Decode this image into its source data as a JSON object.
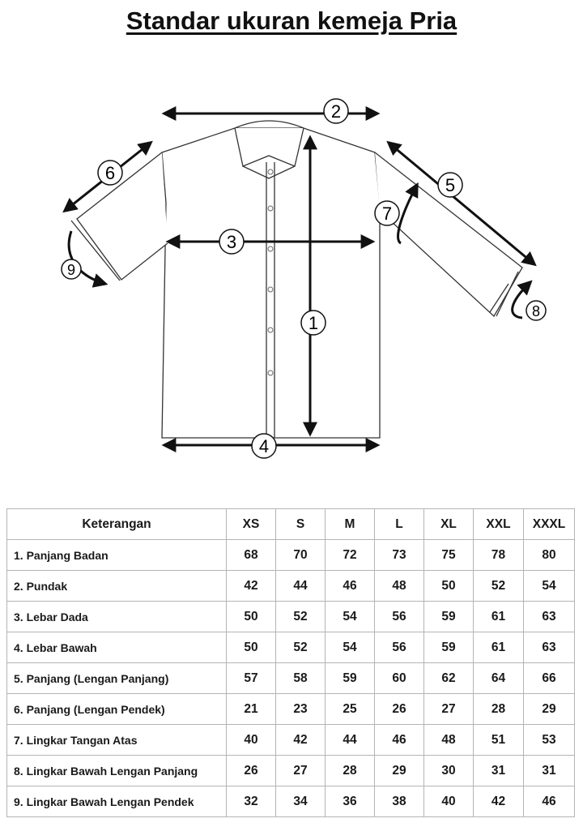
{
  "title": "Standar ukuran kemeja Pria",
  "diagram": {
    "markers": [
      "1",
      "2",
      "3",
      "4",
      "5",
      "6",
      "7",
      "8",
      "9"
    ]
  },
  "table": {
    "headers": [
      "Keterangan",
      "XS",
      "S",
      "M",
      "L",
      "XL",
      "XXL",
      "XXXL"
    ],
    "rows": [
      {
        "label": "1. Panjang Badan",
        "values": [
          "68",
          "70",
          "72",
          "73",
          "75",
          "78",
          "80"
        ]
      },
      {
        "label": "2. Pundak",
        "values": [
          "42",
          "44",
          "46",
          "48",
          "50",
          "52",
          "54"
        ]
      },
      {
        "label": "3. Lebar Dada",
        "values": [
          "50",
          "52",
          "54",
          "56",
          "59",
          "61",
          "63"
        ]
      },
      {
        "label": "4. Lebar Bawah",
        "values": [
          "50",
          "52",
          "54",
          "56",
          "59",
          "61",
          "63"
        ]
      },
      {
        "label": "5. Panjang (Lengan Panjang)",
        "values": [
          "57",
          "58",
          "59",
          "60",
          "62",
          "64",
          "66"
        ]
      },
      {
        "label": "6. Panjang (Lengan Pendek)",
        "values": [
          "21",
          "23",
          "25",
          "26",
          "27",
          "28",
          "29"
        ]
      },
      {
        "label": "7. Lingkar Tangan Atas",
        "values": [
          "40",
          "42",
          "44",
          "46",
          "48",
          "51",
          "53"
        ]
      },
      {
        "label": "8. Lingkar Bawah Lengan Panjang",
        "values": [
          "26",
          "27",
          "28",
          "29",
          "30",
          "31",
          "31"
        ]
      },
      {
        "label": "9. Lingkar Bawah Lengan Pendek",
        "values": [
          "32",
          "34",
          "36",
          "38",
          "40",
          "42",
          "46"
        ]
      }
    ]
  }
}
